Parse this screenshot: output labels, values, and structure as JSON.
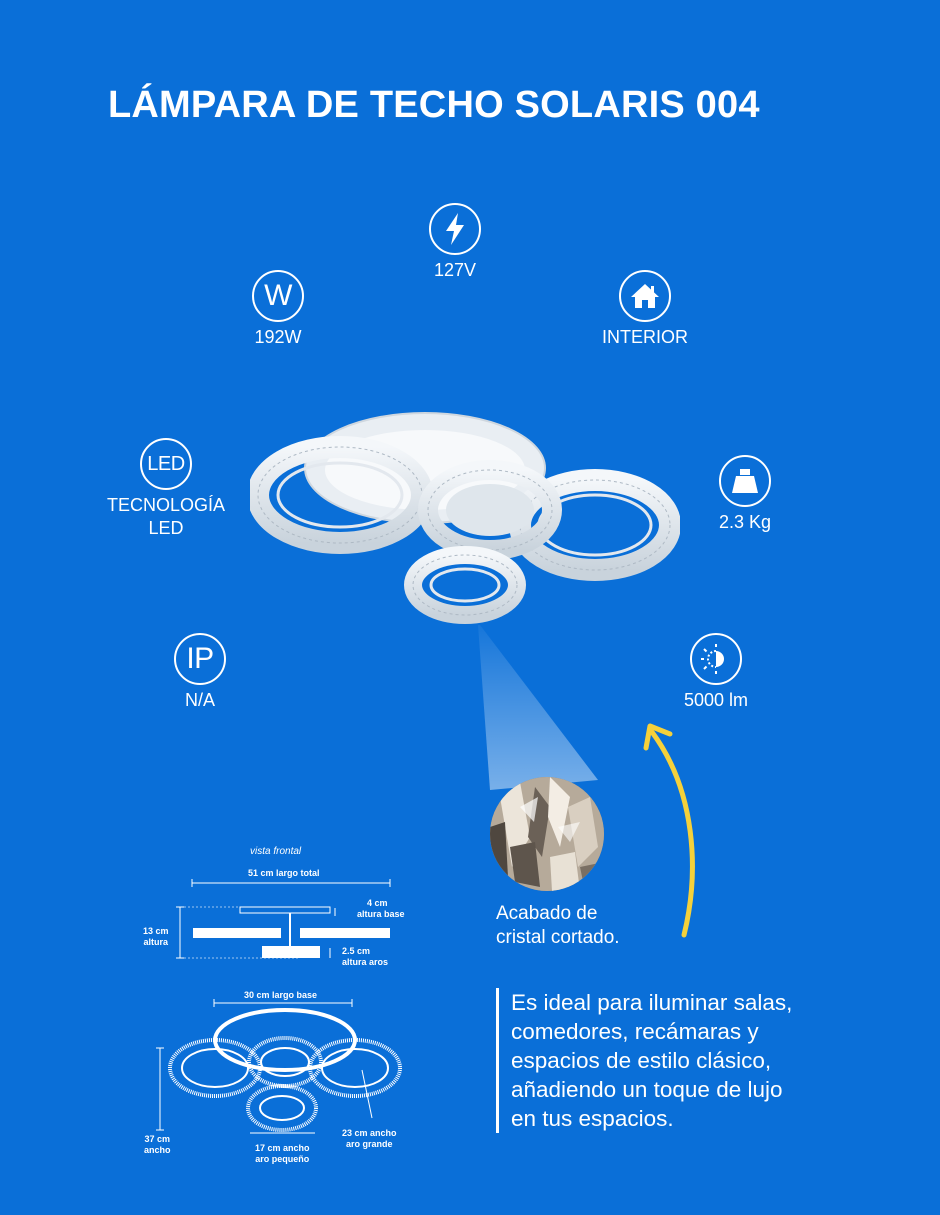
{
  "title": "LÁMPARA DE TECHO SOLARIS 004",
  "specs": {
    "voltage": {
      "icon": "lightning-icon",
      "label": "127V"
    },
    "watts": {
      "icon": "w-icon",
      "icon_text": "W",
      "label": "192W"
    },
    "location": {
      "icon": "house-icon",
      "label": "INTERIOR"
    },
    "tech": {
      "icon": "led-icon",
      "icon_text": "LED",
      "label_line1": "TECNOLOGÍA",
      "label_line2": "LED"
    },
    "weight": {
      "icon": "weight-icon",
      "label": "2.3 Kg"
    },
    "ip": {
      "icon": "ip-icon",
      "icon_text": "IP",
      "label": "N/A"
    },
    "lumens": {
      "icon": "brightness-icon",
      "label": "5000 lm"
    }
  },
  "crystal_caption_line1": "Acabado de",
  "crystal_caption_line2": "cristal cortado.",
  "description": [
    "Es ideal para iluminar salas,",
    "comedores, recámaras y",
    "espacios de estilo clásico,",
    "añadiendo un toque de lujo",
    "en tus espacios."
  ],
  "diagram": {
    "front_view": "vista frontal",
    "total_length": "51 cm largo total",
    "base_height_1": "4 cm",
    "base_height_2": "altura base",
    "height_1": "13 cm",
    "height_2": "altura",
    "rings_height_1": "2.5 cm",
    "rings_height_2": "altura aros",
    "base_length": "30 cm largo base",
    "width_1": "37 cm",
    "width_2": "ancho",
    "small_ring_1": "17 cm ancho",
    "small_ring_2": "aro pequeño",
    "large_ring_1": "23 cm ancho",
    "large_ring_2": "aro grande"
  },
  "colors": {
    "background": "#0a6fd8",
    "arrow": "#f5d13b",
    "text": "#ffffff"
  }
}
